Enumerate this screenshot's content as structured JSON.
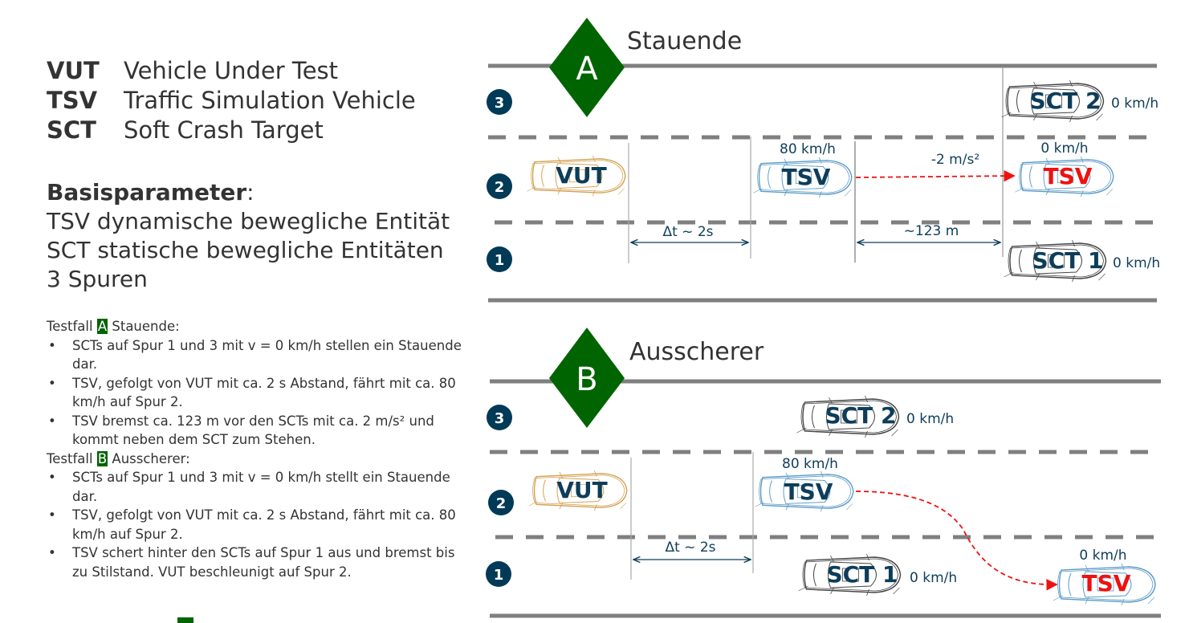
{
  "legend": [
    {
      "abbr": "VUT",
      "desc": "Vehicle Under Test"
    },
    {
      "abbr": "TSV",
      "desc": "Traffic Simulation Vehicle"
    },
    {
      "abbr": "SCT",
      "desc": "Soft Crash Target"
    }
  ],
  "basis": {
    "title": "Basisparameter",
    "colon": ":",
    "lines": [
      "TSV dynamische bewegliche Entität",
      "SCT statische bewegliche Entitäten",
      "3 Spuren"
    ]
  },
  "cases_text": [
    {
      "prefix": "Testfall ",
      "badge": "A",
      "suffix": " Stauende:",
      "bullets": [
        "SCTs auf Spur 1 und 3 mit v = 0 km/h stellen ein Stauende dar.",
        "TSV, gefolgt von VUT mit ca. 2 s Abstand, fährt mit ca. 80 km/h auf Spur 2.",
        "TSV bremst ca. 123 m vor den SCTs mit ca. 2 m/s² und kommt neben dem SCT zum Stehen."
      ]
    },
    {
      "prefix": "Testfall ",
      "badge": "B",
      "suffix": " Ausscherer:",
      "bullets": [
        "SCTs auf Spur 1 und 3 mit v = 0 km/h stellt ein Stauende dar.",
        "TSV, gefolgt von VUT mit ca. 2 s Abstand, fährt mit ca. 80 km/h auf Spur 2.",
        "TSV schert hinter den SCTs auf Spur 1 aus und bremst bis zu Stilstand. VUT beschleunigt auf Spur 2."
      ]
    }
  ],
  "colors": {
    "accent_green": "#006400",
    "lane_badge": "#003a57",
    "road_line": "#7f7f7f",
    "label_dark": "#0d3d5a",
    "vut_car": "#d4a04f",
    "tsv_car": "#5b9bc8",
    "sct_car": "#444444",
    "trajectory": "#ee1111",
    "tsv_stopped_label": "#ee1111"
  },
  "diagrams": {
    "A": {
      "marker": "A",
      "title": "Stauende",
      "lanes": [
        "3",
        "2",
        "1"
      ],
      "vehicles": {
        "sct2": {
          "label": "SCT 2",
          "speed": "0 km/h"
        },
        "vut": {
          "label": "VUT"
        },
        "tsv_start": {
          "label": "TSV",
          "speed": "80 km/h"
        },
        "tsv_end": {
          "label": "TSV",
          "speed": "0 km/h"
        },
        "sct1": {
          "label": "SCT 1",
          "speed": "0 km/h"
        }
      },
      "decel": "-2 m/s²",
      "gap_time": "Δt ~ 2s",
      "gap_distance": "~123 m"
    },
    "B": {
      "marker": "B",
      "title": "Ausscherer",
      "lanes": [
        "3",
        "2",
        "1"
      ],
      "vehicles": {
        "sct2": {
          "label": "SCT 2",
          "speed": "0 km/h"
        },
        "vut": {
          "label": "VUT"
        },
        "tsv_start": {
          "label": "TSV",
          "speed": "80 km/h"
        },
        "sct1": {
          "label": "SCT 1",
          "speed": "0 km/h"
        },
        "tsv_end": {
          "label": "TSV",
          "speed": "0 km/h"
        }
      },
      "gap_time": "Δt ~ 2s"
    }
  }
}
